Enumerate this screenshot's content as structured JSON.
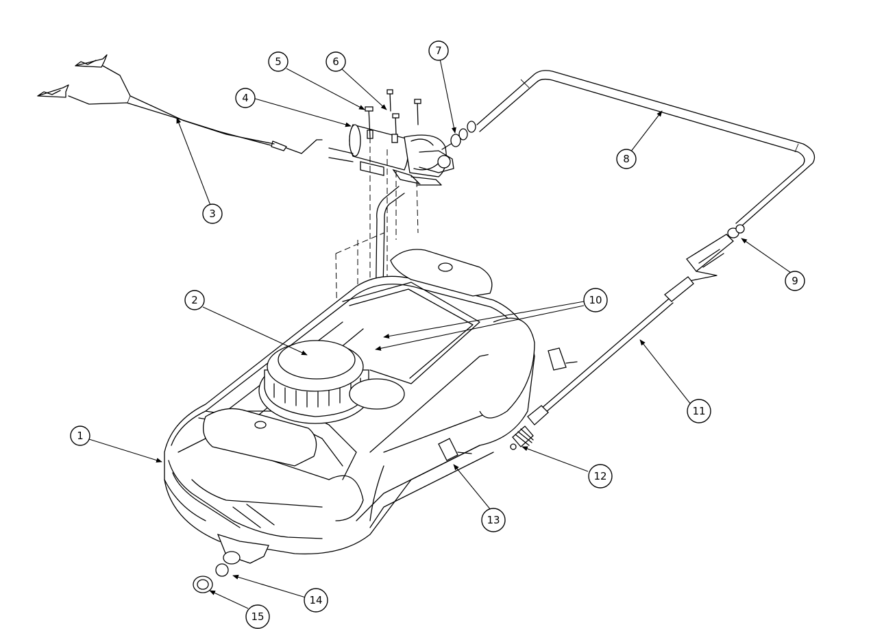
{
  "callouts": [
    {
      "label": "1"
    },
    {
      "label": "2"
    },
    {
      "label": "3"
    },
    {
      "label": "4"
    },
    {
      "label": "5"
    },
    {
      "label": "6"
    },
    {
      "label": "7"
    },
    {
      "label": "8"
    },
    {
      "label": "9"
    },
    {
      "label": "10"
    },
    {
      "label": "11"
    },
    {
      "label": "12"
    },
    {
      "label": "13"
    },
    {
      "label": "14"
    },
    {
      "label": "15"
    }
  ],
  "colors": {
    "ink": "#000000",
    "paper": "#ffffff"
  }
}
